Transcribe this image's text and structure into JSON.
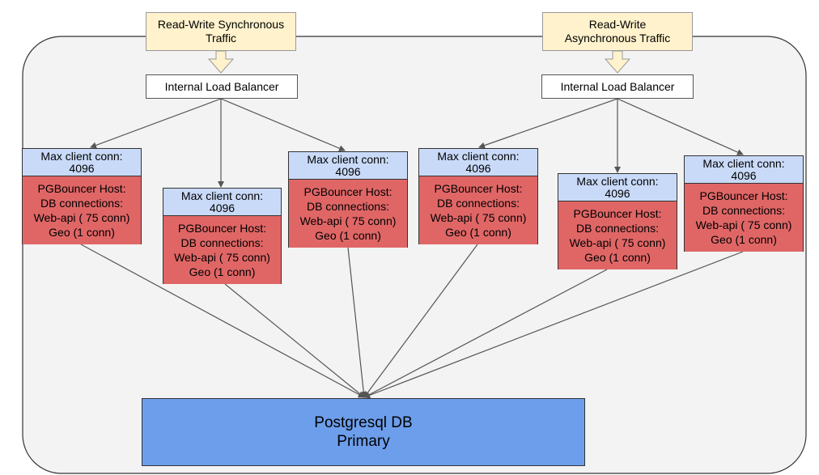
{
  "traffic": [
    {
      "lines": [
        "Read-Write Synchronous",
        "Traffic"
      ]
    },
    {
      "lines": [
        "Read-Write",
        "Asynchronous Traffic"
      ]
    }
  ],
  "load_balancers": [
    {
      "label": "Internal Load Balancer"
    },
    {
      "label": "Internal Load Balancer"
    }
  ],
  "pgbouncers": [
    {
      "max_label": "Max client conn:",
      "max_value": "4096",
      "lines": [
        "PGBouncer Host:",
        "DB connections:",
        "Web-api ( 75 conn)",
        "Geo (1 conn)"
      ]
    },
    {
      "max_label": "Max client conn:",
      "max_value": "4096",
      "lines": [
        "PGBouncer Host:",
        "DB connections:",
        "Web-api ( 75 conn)",
        "Geo (1 conn)"
      ]
    },
    {
      "max_label": "Max client conn:",
      "max_value": "4096",
      "lines": [
        "PGBouncer Host:",
        "DB connections:",
        "Web-api ( 75 conn)",
        "Geo (1 conn)"
      ]
    },
    {
      "max_label": "Max client conn:",
      "max_value": "4096",
      "lines": [
        "PGBouncer Host:",
        "DB connections:",
        "Web-api ( 75 conn)",
        "Geo (1 conn)"
      ]
    },
    {
      "max_label": "Max client conn:",
      "max_value": "4096",
      "lines": [
        "PGBouncer Host:",
        "DB connections:",
        "Web-api ( 75 conn)",
        "Geo (1 conn)"
      ]
    },
    {
      "max_label": "Max client conn:",
      "max_value": "4096",
      "lines": [
        "PGBouncer Host:",
        "DB connections:",
        "Web-api ( 75 conn)",
        "Geo (1 conn)"
      ]
    }
  ],
  "database": {
    "lines": [
      "Postgresql DB",
      "Primary"
    ]
  },
  "colors": {
    "container_fill": "#f3f3f3",
    "traffic_fill": "#fff2cc",
    "pgbouncer_header": "#c9daf8",
    "pgbouncer_body": "#e06666",
    "database_fill": "#6d9eeb",
    "connector": "#555555"
  }
}
